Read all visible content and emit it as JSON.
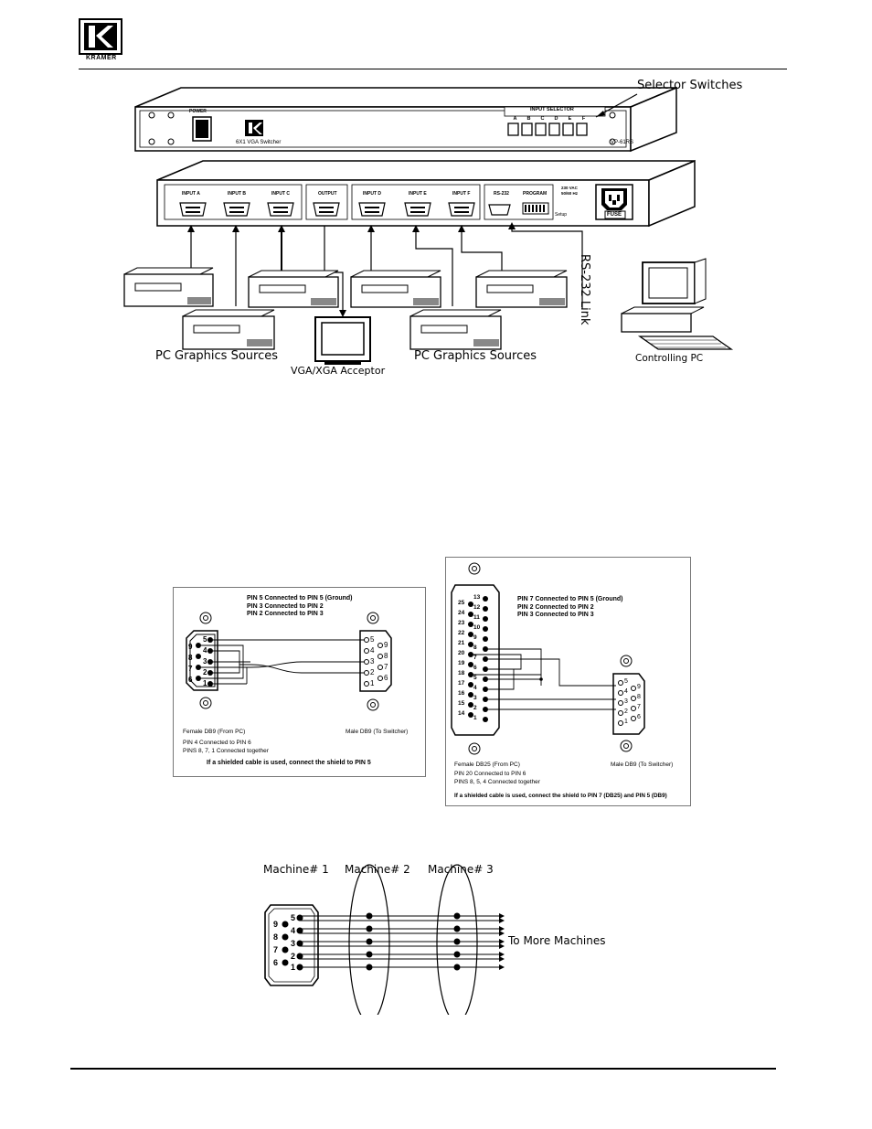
{
  "header": {
    "logo_text": "KRAMER"
  },
  "fig_top": {
    "device_front": {
      "power_label": "POWER",
      "model_name": "6X1 VGA Switcher",
      "model_id": "VP-61RS",
      "input_selector_label": "INPUT SELECTOR",
      "button_letters": [
        "A",
        "B",
        "C",
        "D",
        "E",
        "F"
      ]
    },
    "device_rear": {
      "port_labels": [
        "INPUT A",
        "INPUT B",
        "INPUT C",
        "OUTPUT",
        "INPUT D",
        "INPUT E",
        "INPUT F",
        "RS-232",
        "PROGRAM"
      ],
      "power_rating": "230 VAC\n50/60 Hz",
      "fuse_label": "FUSE",
      "setup_label": "Setup"
    },
    "callout_selector": "Selector Switches",
    "callout_rs232": "RS-232 Link",
    "label_sources_left": "PC Graphics Sources",
    "label_sources_right": "PC Graphics Sources",
    "label_acceptor": "VGA/XGA Acceptor",
    "label_controlling_pc": "Controlling PC"
  },
  "fig_db9": {
    "notes": [
      "PIN 5 Connected to PIN 5 (Ground)",
      "PIN 3 Connected to PIN 2",
      "PIN 2 Connected to PIN 3"
    ],
    "female_pins_left": [
      "9",
      "8",
      "7",
      "6"
    ],
    "female_pins_right": [
      "5",
      "4",
      "3",
      "2",
      "1"
    ],
    "male_pins_left": [
      "5",
      "4",
      "3",
      "2",
      "1"
    ],
    "male_pins_right": [
      "9",
      "8",
      "7",
      "6"
    ],
    "label_female": "Female DB9 (From PC)",
    "label_male": "Male DB9 (To Switcher)",
    "extra_notes": [
      "PIN 4 Connected to PIN 6",
      "PINS 8, 7, 1 Connected together"
    ],
    "shield_note": "If a shielded cable is used, connect the shield to PIN 5"
  },
  "fig_db25": {
    "notes": [
      "PIN 7 Connected to PIN 5 (Ground)",
      "PIN 2 Connected to PIN 2",
      "PIN 3 Connected to PIN 3"
    ],
    "left_pins": [
      "25",
      "24",
      "23",
      "22",
      "21",
      "20",
      "19",
      "18",
      "17",
      "16",
      "15",
      "14"
    ],
    "right_pins": [
      "13",
      "12",
      "11",
      "10",
      "9",
      "8",
      "7",
      "6",
      "5",
      "4",
      "3",
      "2",
      "1"
    ],
    "male_pins_left": [
      "5",
      "4",
      "3",
      "2",
      "1"
    ],
    "male_pins_right": [
      "9",
      "8",
      "7",
      "6"
    ],
    "label_female": "Female DB25 (From PC)",
    "label_male": "Male DB9 (To Switcher)",
    "extra_notes": [
      "PIN 20 Connected to PIN 6",
      "PINS 8, 5, 4 Connected together"
    ],
    "shield_note": "If a shielded cable is used, connect the shield to PIN 7 (DB25) and PIN 5 (DB9)"
  },
  "fig_daisy": {
    "machines": [
      "Machine# 1",
      "Machine# 2",
      "Machine# 3"
    ],
    "pins_left": [
      "9",
      "8",
      "7",
      "6"
    ],
    "pins_right": [
      "5",
      "4",
      "3",
      "2",
      "1"
    ],
    "to_more": "To More Machines"
  }
}
